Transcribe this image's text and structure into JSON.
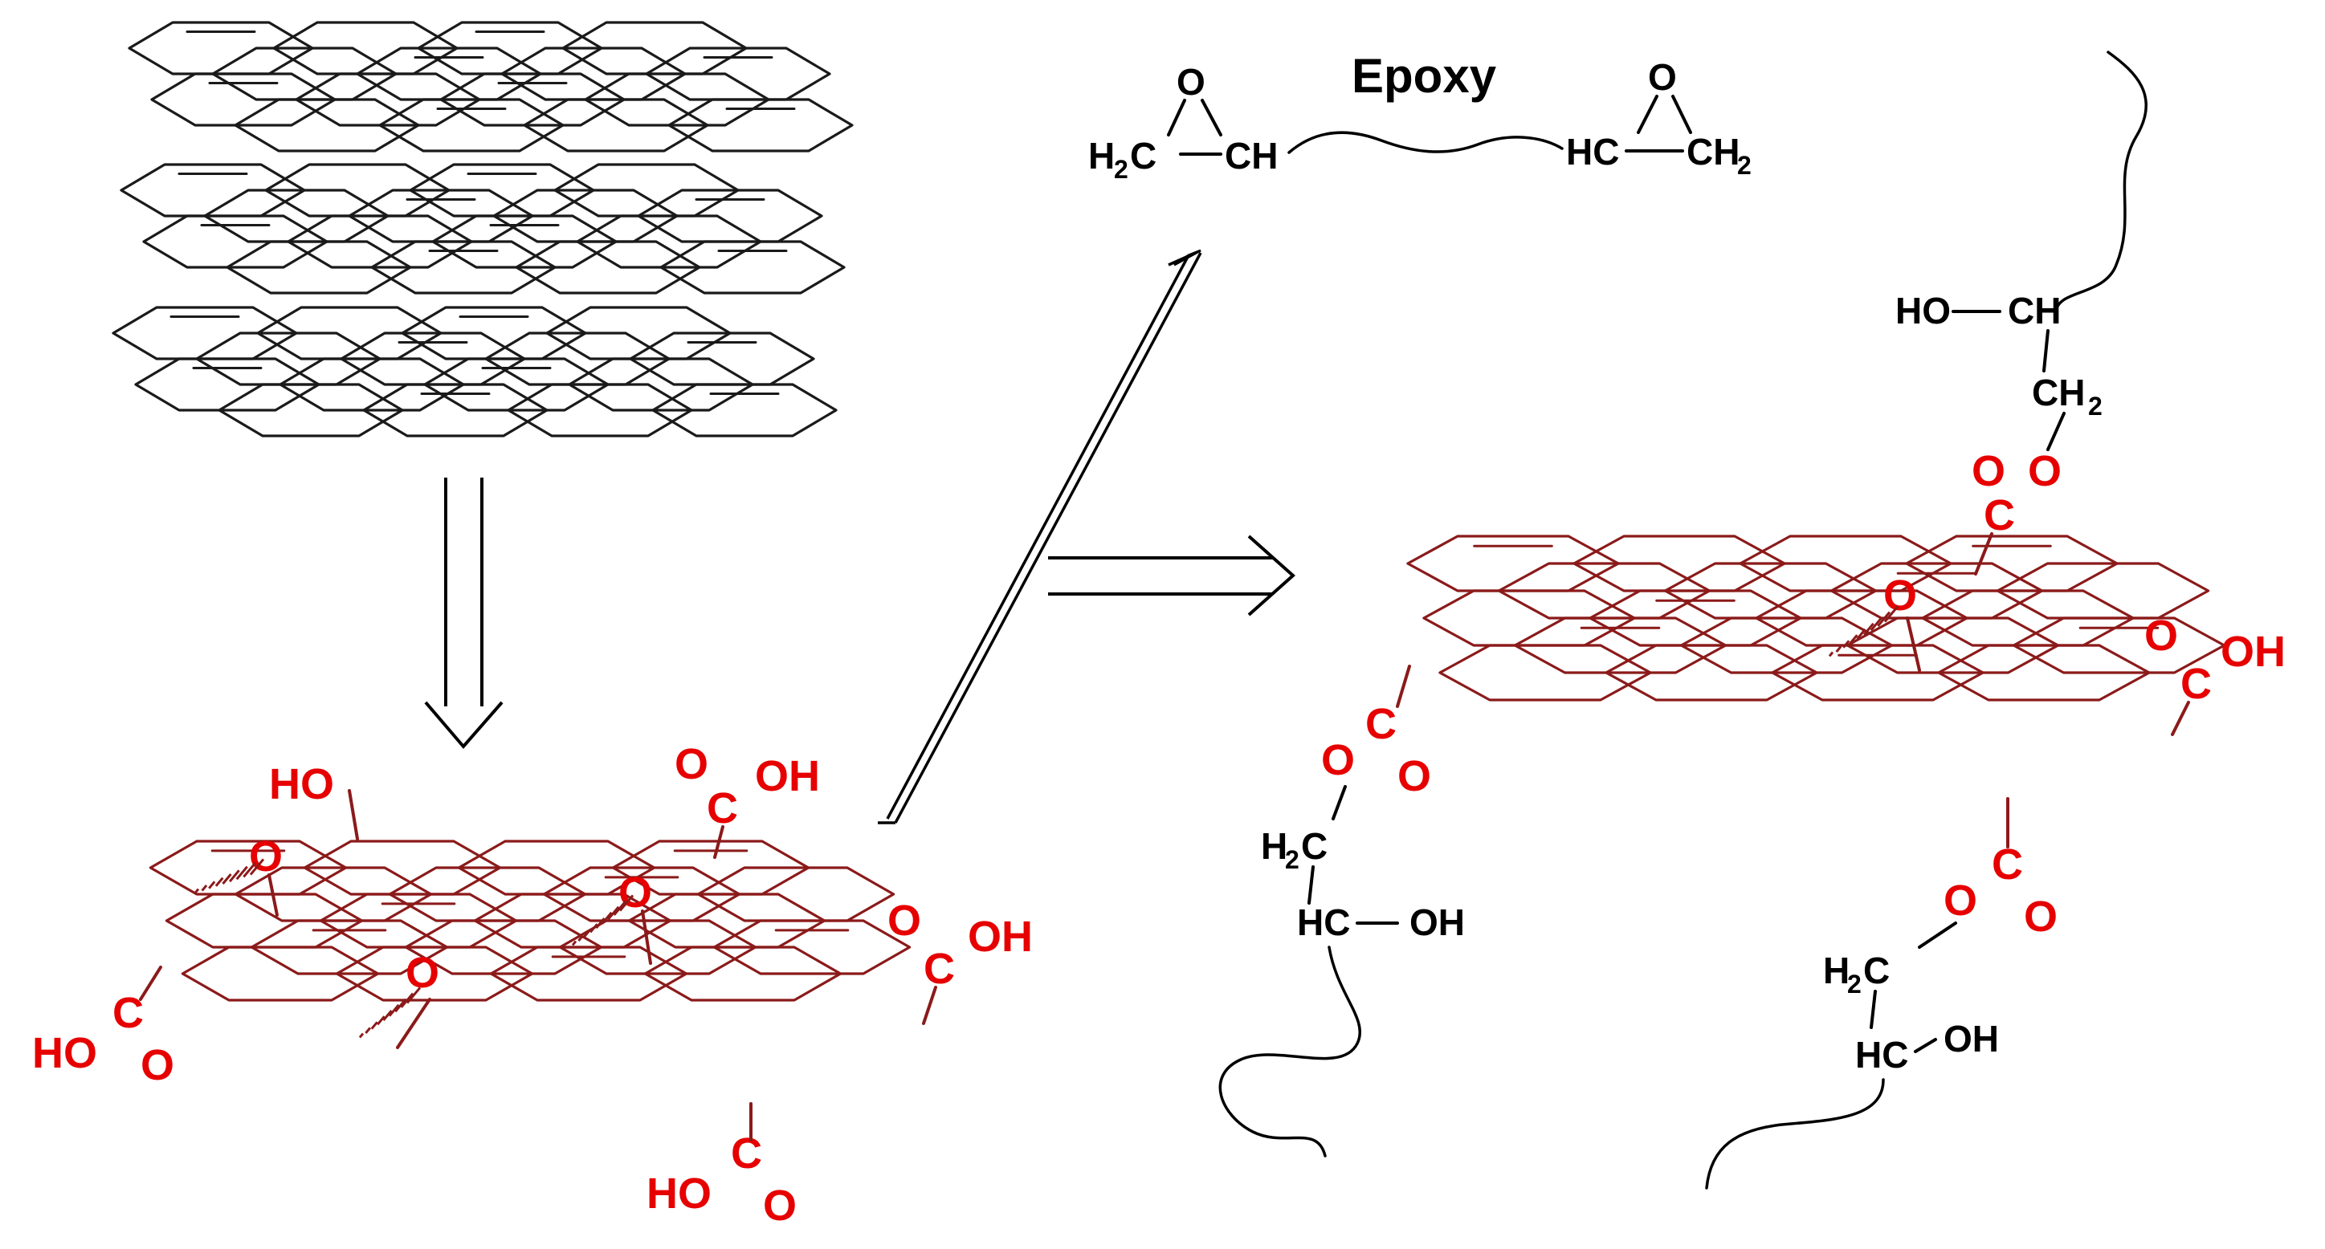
{
  "colors": {
    "graphite": "#1a1a1a",
    "graphene_oxide": "#8b1a1a",
    "oxygen_groups": "#e60000",
    "epoxy_label": "#1a1acc",
    "epoxy_chain": "#000000"
  },
  "epoxy_resin": {
    "title": "Epoxy",
    "left_ring": {
      "oxygen": "O",
      "ch2": "H",
      "ch2_sub": "2",
      "ch2_tail": "C",
      "ch": "CH"
    },
    "right_ring": {
      "oxygen": "O",
      "hc": "HC",
      "ch2": "CH",
      "ch2_sub": "2"
    }
  },
  "graphene_oxide_labels": {
    "hydroxyl": "HO",
    "epoxide_o": "O",
    "carbonyl_o": "O",
    "carboxyl_c": "C",
    "carboxyl_oh": "OH",
    "carboxyl_ho": "HO"
  },
  "grafted_chain_labels": {
    "ho": "HO",
    "oh": "OH",
    "ch": "CH",
    "hc": "HC",
    "h": "H",
    "c": "C",
    "sub2": "2",
    "c_ester": "C",
    "o_ester": "O"
  },
  "arrows": {
    "oxidation": "down",
    "to_epoxy": "up-right",
    "from_epoxy": "down-left",
    "reaction": "right"
  }
}
